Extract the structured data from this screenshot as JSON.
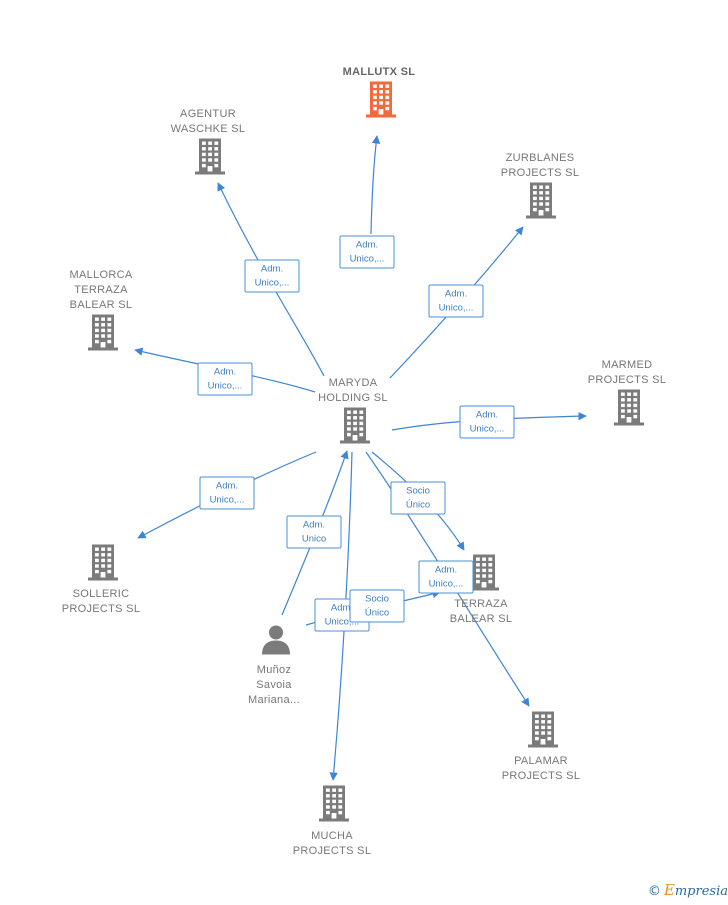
{
  "colors": {
    "edge": "#3d85d6",
    "building": "#7b7b7b",
    "building_focus": "#f06a3b",
    "person": "#7b7b7b"
  },
  "nodes": [
    {
      "id": "maryda",
      "kind": "company",
      "lines": [
        "MARYDA",
        "HOLDING  SL"
      ]
    },
    {
      "id": "mallutx",
      "kind": "company",
      "focus": true,
      "lines": [
        "MALLUTX  SL"
      ]
    },
    {
      "id": "agentur",
      "kind": "company",
      "lines": [
        "AGENTUR",
        "WASCHKE SL"
      ]
    },
    {
      "id": "zurblanes",
      "kind": "company",
      "lines": [
        "ZURBLANES",
        "PROJECTS  SL"
      ]
    },
    {
      "id": "mallorca",
      "kind": "company",
      "lines": [
        "MALLORCA",
        "TERRAZA",
        "BALEAR  SL"
      ]
    },
    {
      "id": "marmed",
      "kind": "company",
      "lines": [
        "MARMED",
        "PROJECTS  SL"
      ]
    },
    {
      "id": "solleric",
      "kind": "company",
      "lines": [
        "SOLLERIC",
        "PROJECTS  SL"
      ]
    },
    {
      "id": "terraza",
      "kind": "company",
      "lines": [
        "TERRAZA",
        "BALEAR SL"
      ]
    },
    {
      "id": "palamar",
      "kind": "company",
      "lines": [
        "PALAMAR",
        "PROJECTS  SL"
      ]
    },
    {
      "id": "mucha",
      "kind": "company",
      "lines": [
        "MUCHA",
        "PROJECTS  SL"
      ]
    },
    {
      "id": "munoz",
      "kind": "person",
      "lines": [
        "Muñoz",
        "Savoia",
        "Mariana..."
      ]
    }
  ],
  "edges": [
    {
      "from": "maryda",
      "to": "mallutx",
      "label": [
        "Adm.",
        "Unico,..."
      ]
    },
    {
      "from": "maryda",
      "to": "agentur",
      "label": [
        "Adm.",
        "Unico,..."
      ]
    },
    {
      "from": "maryda",
      "to": "zurblanes",
      "label": [
        "Adm.",
        "Unico,..."
      ]
    },
    {
      "from": "maryda",
      "to": "mallorca",
      "label": [
        "Adm.",
        "Unico,..."
      ]
    },
    {
      "from": "maryda",
      "to": "marmed",
      "label": [
        "Adm.",
        "Unico,..."
      ]
    },
    {
      "from": "maryda",
      "to": "solleric",
      "label": [
        "Adm.",
        "Unico,..."
      ]
    },
    {
      "from": "maryda",
      "to": "terraza",
      "label": [
        "Socio",
        "Único"
      ]
    },
    {
      "from": "maryda",
      "to": "palamar",
      "label": [
        "Adm.",
        "Unico,..."
      ]
    },
    {
      "from": "maryda",
      "to": "mucha",
      "label": [
        "Adm.",
        "Unico,..."
      ]
    },
    {
      "from": "munoz",
      "to": "maryda",
      "label": [
        "Adm.",
        "Unico"
      ]
    },
    {
      "from": "munoz",
      "to": "terraza",
      "label": [
        "Socio",
        "Único"
      ]
    }
  ],
  "brand": {
    "copyright": "©",
    "initial": "E",
    "rest": "mpresia"
  }
}
